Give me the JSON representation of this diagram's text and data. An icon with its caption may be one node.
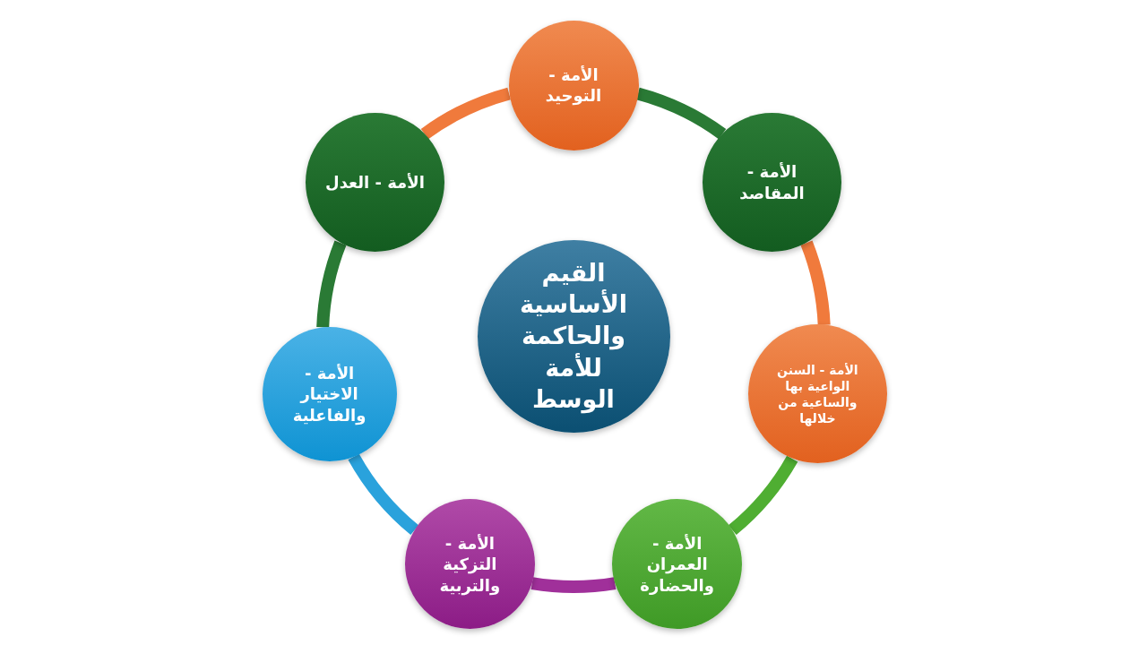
{
  "diagram": {
    "nodes": [
      {
        "text": [
          "القيم الأساسية والحاكمة للأمة الوسط"
        ]
      },
      {
        "text": [
          "الأمة - التوحيد"
        ]
      },
      {
        "text": [
          "الأمة - المقاصد"
        ]
      },
      {
        "text": [
          "الأمة - السنن الواعية بها والساعية من خلالها"
        ]
      },
      {
        "text": [
          "الأمة - العمران والحضارة"
        ]
      },
      {
        "text": [
          "الأمة - التزكية والتربية"
        ]
      },
      {
        "text": [
          "الأمة - الاختيار والفاعلية"
        ]
      },
      {
        "text": [
          "الأمة - العدل"
        ]
      }
    ],
    "edges": [
      {
        "from": 1,
        "to": 2,
        "arrow": "none",
        "color": "#2a7a35"
      },
      {
        "from": 2,
        "to": 3,
        "arrow": "none",
        "color": "#f07a3c"
      },
      {
        "from": 3,
        "to": 4,
        "arrow": "none",
        "color": "#4fae32"
      },
      {
        "from": 4,
        "to": 5,
        "arrow": "none",
        "color": "#a0309a"
      },
      {
        "from": 5,
        "to": 6,
        "arrow": "none",
        "color": "#2aa2dc"
      },
      {
        "from": 6,
        "to": 7,
        "arrow": "none",
        "color": "#2a7a35"
      },
      {
        "from": 7,
        "to": 1,
        "arrow": "none",
        "color": "#f07a3c"
      }
    ]
  }
}
